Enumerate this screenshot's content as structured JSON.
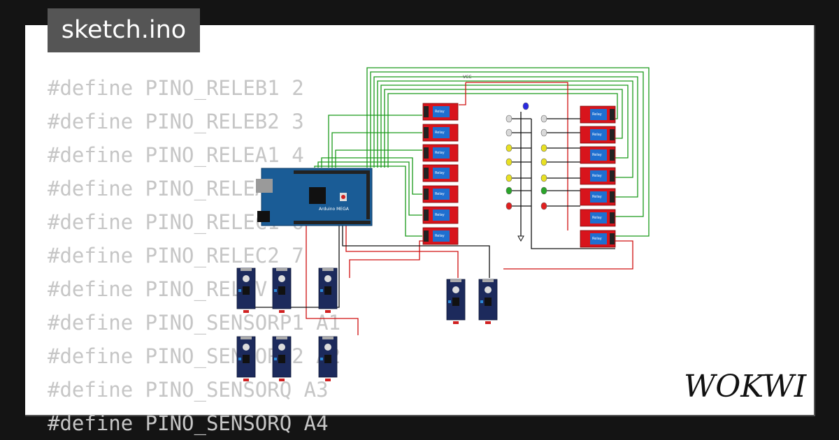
{
  "file": {
    "name": "sketch.ino"
  },
  "code_lines": [
    "#define PINO_RELEB1 2",
    "#define PINO_RELEB2 3",
    "#define PINO_RELEA1 4",
    "#define PINO_RELEA2 5",
    "#define PINO_RELEC1 6",
    "#define PINO_RELEC2 7",
    "#define PINO_RELEV 8",
    "#define PINO_SENSORP1 A1",
    "#define PINO_SENSORP2 A2",
    "#define PINO_SENSORQ A3",
    "#define PINO_SENSORQ A4"
  ],
  "circuit": {
    "board_label": "Arduino MEGA",
    "vcc_label": "VCC",
    "relay_label": "Relay",
    "led_colors": [
      "#d9d9d9",
      "#d9d9d9",
      "#e8e022",
      "#e8e022",
      "#e8e022",
      "#2aa52a",
      "#e02020"
    ],
    "top_led_color": "#2a2ae0",
    "wire_colors": {
      "green": "#1a9a1a",
      "red": "#d01010",
      "black": "#111111"
    }
  },
  "brand": {
    "logo": "WOKWI"
  }
}
